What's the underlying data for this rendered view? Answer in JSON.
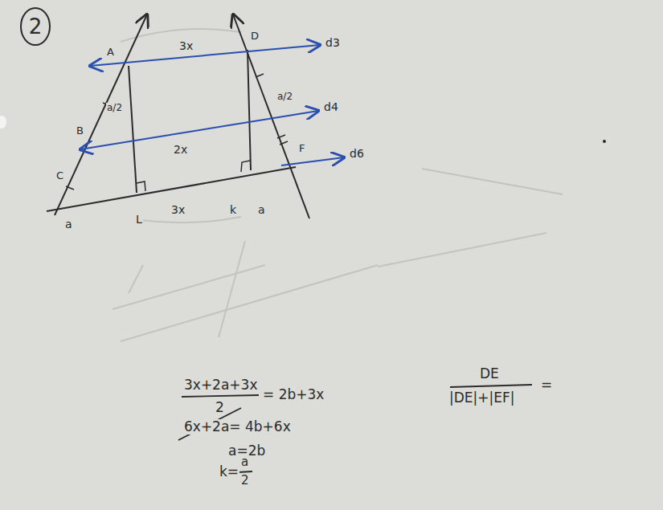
{
  "diagram": {
    "nodes": [
      {
        "text": [
          "2"
        ]
      }
    ],
    "labels": [
      "3x",
      "d3",
      "d4",
      "2x",
      "d6",
      "3x",
      "k",
      "a",
      "a",
      "L",
      "A",
      "B",
      "C",
      "D",
      "F",
      "a/2",
      "a/2",
      "3x+2a+3x",
      "2",
      "= 2b+3x",
      "6x+2a= 4b+6x",
      "a=2b",
      "k=",
      "a",
      "2",
      "DE",
      "|DE|+|EF|",
      "="
    ]
  }
}
